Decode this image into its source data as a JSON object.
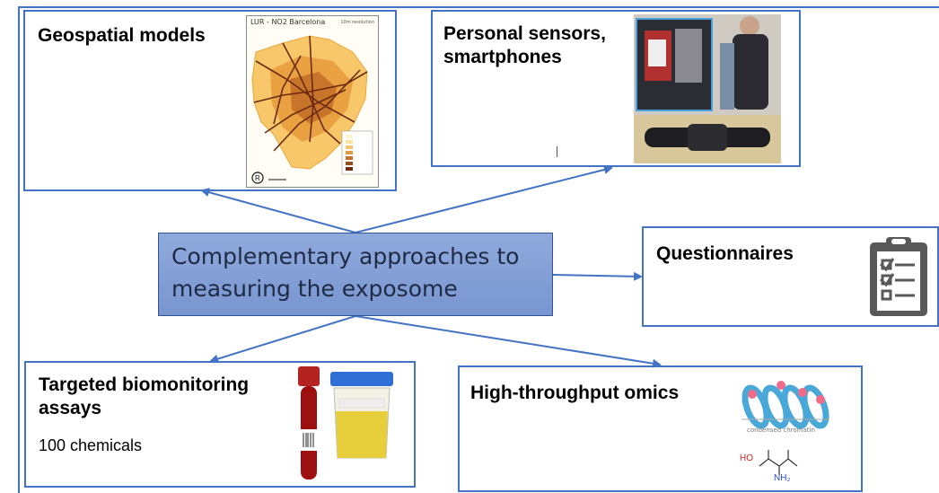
{
  "center": {
    "label": "Complementary approaches to\nmeasuring the exposome"
  },
  "boxes": {
    "geo": {
      "title": "Geospatial models",
      "map_title": "LUR - NO2 Barcelona",
      "map_resolution": "10m resolution"
    },
    "sensors": {
      "title": "Personal sensors,\nsmartphones"
    },
    "questionnaires": {
      "title": "Questionnaires"
    },
    "biomonitoring": {
      "title": "Targeted biomonitoring\nassays",
      "subtitle": "100 chemicals"
    },
    "omics": {
      "title": "High-throughput omics",
      "chromatin_label": "condensed chromatin",
      "ho_label": "HO",
      "nh2_label": "NH₂"
    }
  },
  "colors": {
    "border": "#4472c4",
    "center_fill": "#8faadc",
    "arrow": "#4472c4"
  }
}
